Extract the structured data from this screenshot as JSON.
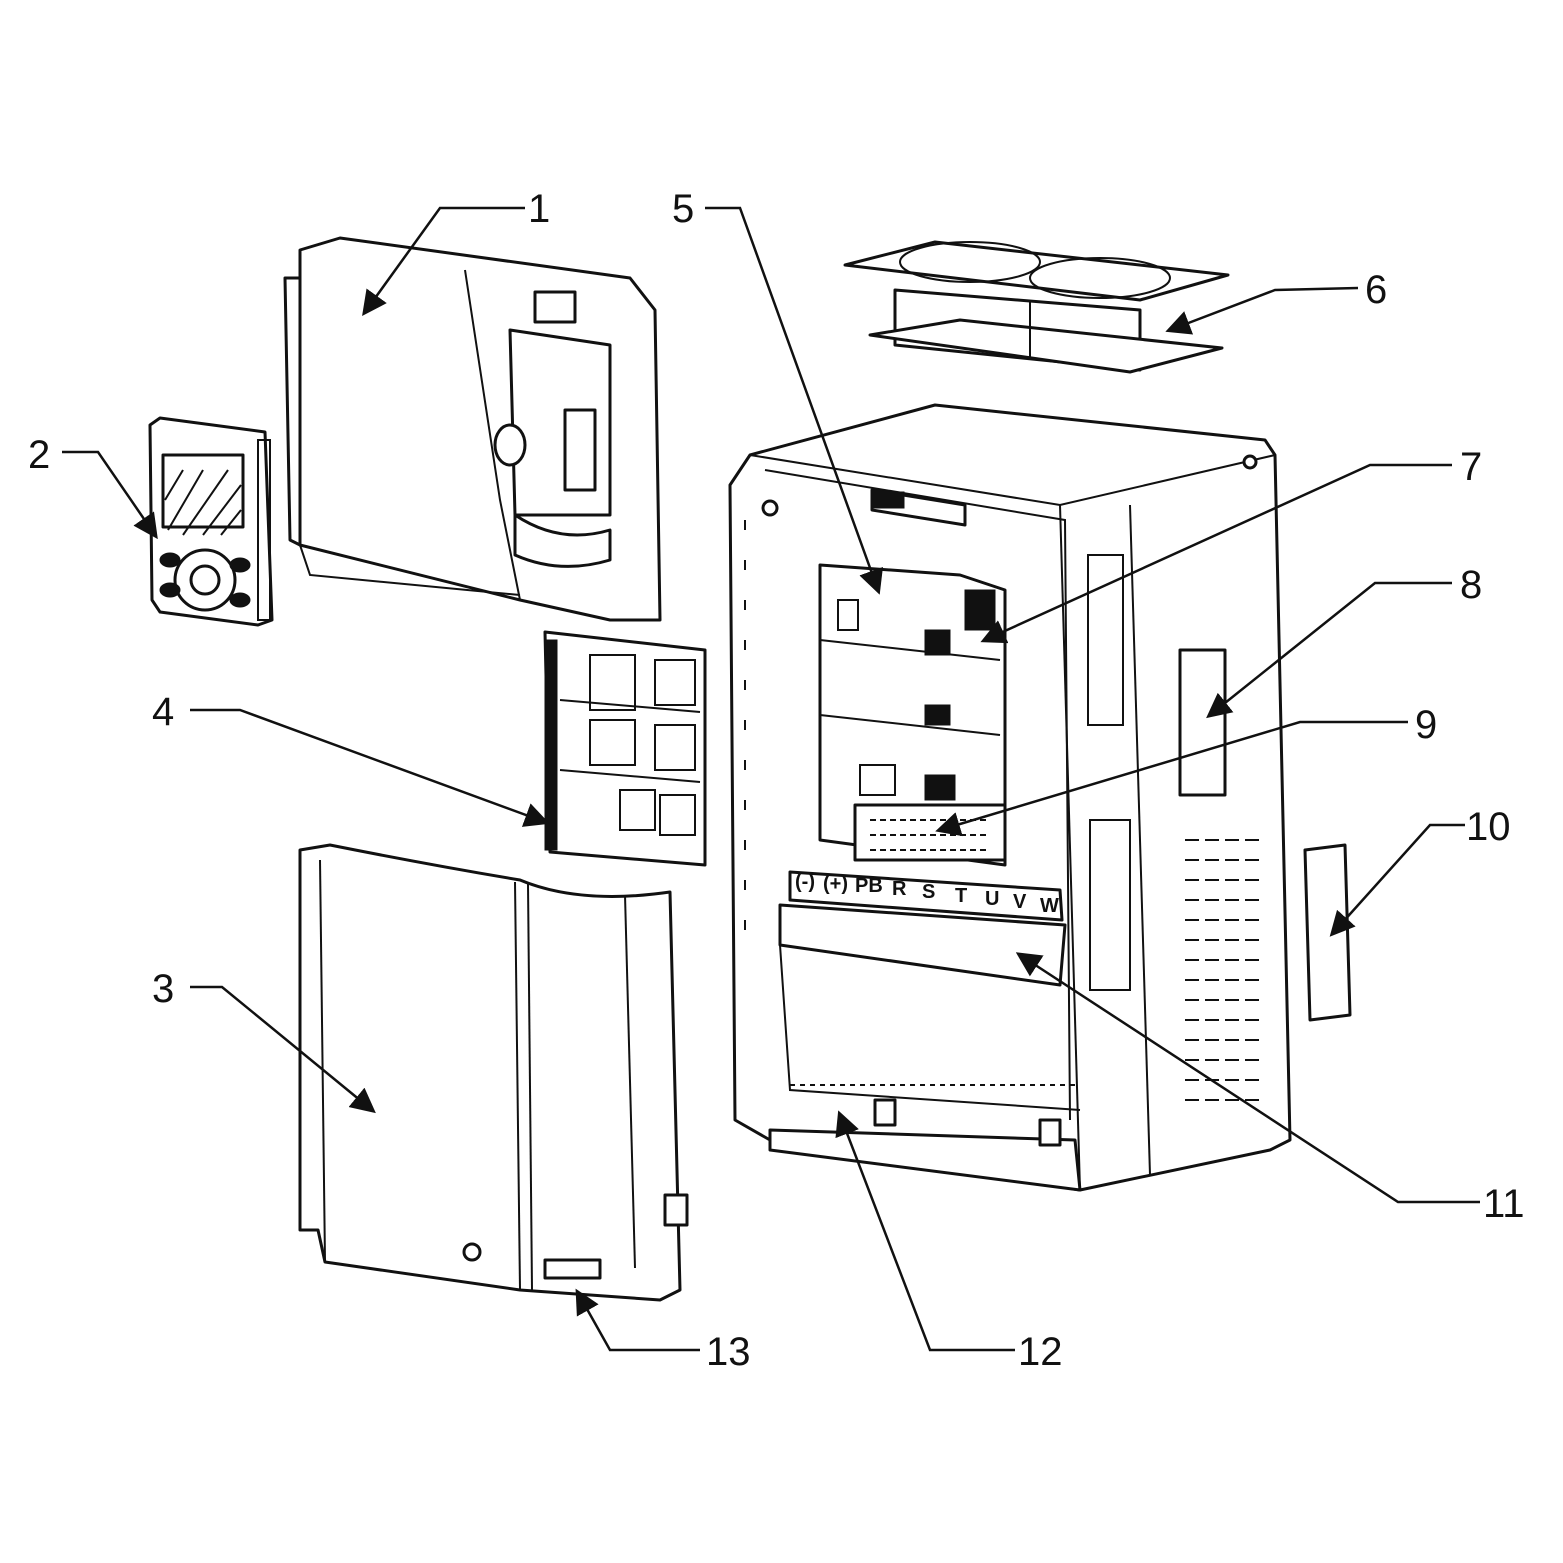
{
  "diagram": {
    "type": "exploded-view",
    "callouts": [
      "1",
      "2",
      "3",
      "4",
      "5",
      "6",
      "7",
      "8",
      "9",
      "10",
      "11",
      "12",
      "13"
    ],
    "terminal_labels": [
      "(-)",
      "(+)",
      "PB",
      "R",
      "S",
      "T",
      "U",
      "V",
      "W"
    ]
  }
}
